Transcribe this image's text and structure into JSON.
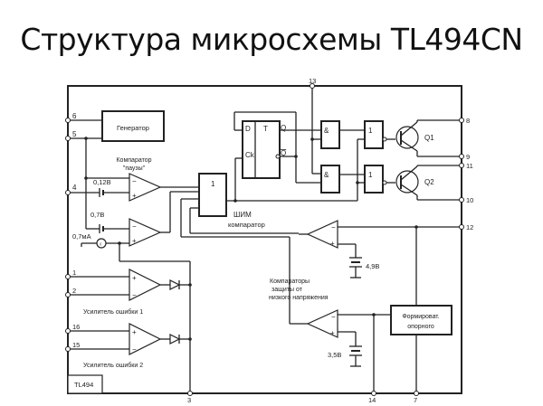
{
  "title": "Структура микросхемы TL494CN",
  "chip_label": "TL494",
  "blocks": {
    "generator": "Генератор",
    "pause_comparator_line1": "Компаратор",
    "pause_comparator_line2": "\"паузы\"",
    "or_gate": "1",
    "pwm_comparator_line1": "ШИМ",
    "pwm_comparator_line2": "компаратор",
    "flipflop_d": "D",
    "flipflop_t": "T",
    "flipflop_ck": "Ck",
    "flipflop_q": "Q",
    "flipflop_qbar": "Q",
    "and_gate": "&",
    "inv_gate": "1",
    "transistor_q1": "Q1",
    "transistor_q2": "Q2",
    "uv_comparators_line1": "Компараторы",
    "uv_comparators_line2": "защиты от",
    "uv_comparators_line3": "низкого напряжения",
    "reference_line1": "Формироват.",
    "reference_line2": "опорного",
    "error_amp_1": "Усилитель ошибки 1",
    "error_amp_2": "Усилитель ошибки 2"
  },
  "voltages": {
    "v012": "0,12В",
    "v07": "0,7В",
    "i07": "0,7мА",
    "v49": "4,9В",
    "v35": "3,5В"
  },
  "pins": {
    "p1": "1",
    "p2": "2",
    "p3": "3",
    "p4": "4",
    "p5": "5",
    "p6": "6",
    "p7": "7",
    "p8": "8",
    "p9": "9",
    "p10": "10",
    "p11": "11",
    "p12": "12",
    "p13": "13",
    "p14": "14",
    "p15": "15",
    "p16": "16"
  },
  "signs": {
    "minus": "−",
    "plus": "+"
  }
}
